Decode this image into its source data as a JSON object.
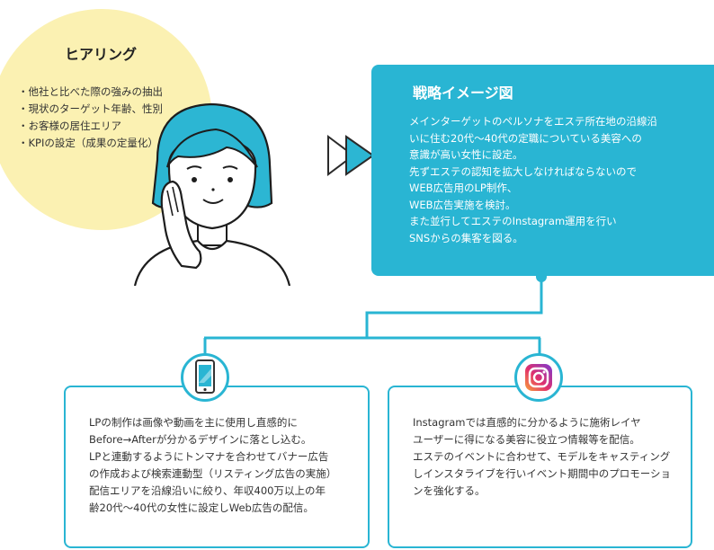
{
  "hearing": {
    "title": "ヒアリング",
    "items": [
      "・他社と比べた際の強みの抽出",
      "・現状のターゲット年齢、性別",
      "・お客様の居住エリア",
      "・KPIの設定（成果の定量化）"
    ]
  },
  "strategy": {
    "title": "戦略イメージ図",
    "body": " メインターゲットのペルソナをエステ所在地の沿線沿\nいに住む20代～40代の定職についている美容への\n意識が高い女性に設定。\n先ずエステの認知を拡大しなければならないので\nWEB広告用のLP制作、\nWEB広告実施を検討。\nまた並行してエステのInstagram運用を行い\nSNSからの集客を図る。"
  },
  "cards": {
    "lp": {
      "icon": "smartphone-icon",
      "text": " LPの制作は画像や動画を主に使用し直感的に\nBefore→Afterが分かるデザインに落とし込む。\nLPと連動するようにトンマナを合わせてバナー広告\nの作成および検索連動型（リスティング広告の実施）\n配信エリアを沿線沿いに絞り、年収400万以上の年\n齢20代～40代の女性に設定しWeb広告の配信。"
    },
    "instagram": {
      "icon": "instagram-icon",
      "text": " Instagramでは直感的に分かるように施術レイヤ\nユーザーに得になる美容に役立つ情報等を配信。\nエステのイベントに合わせて、モデルをキャスティング\nしインスタライブを行いイベント期間中のプロモーショ\nンを強化する。"
    }
  },
  "colors": {
    "accent": "#29b5d3",
    "hearing_bg": "#fbf1b2",
    "text": "#333333"
  }
}
